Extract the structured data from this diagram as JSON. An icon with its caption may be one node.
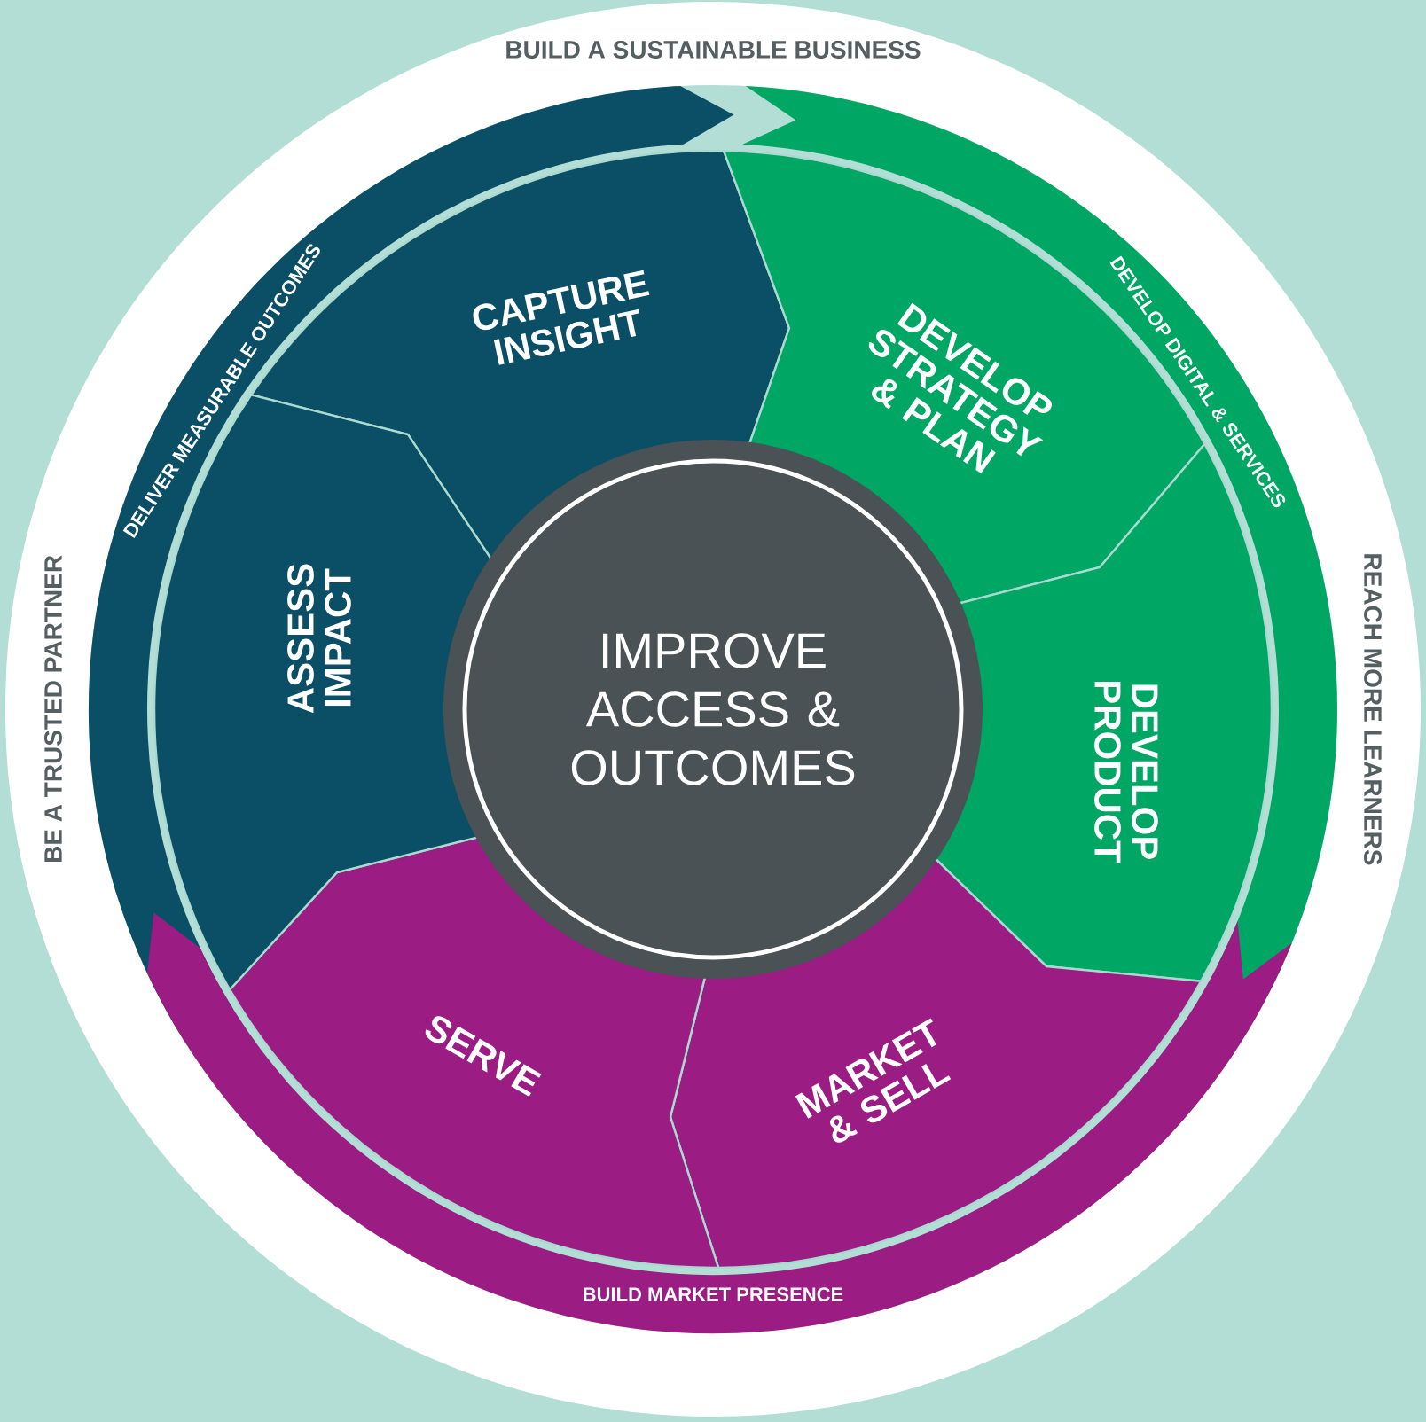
{
  "diagram": {
    "nodes": [
      {
        "text": [
          "IMPROVE ACCESS & OUTCOMES"
        ]
      },
      {
        "text": [
          "CAPTURE INSIGHT"
        ]
      },
      {
        "text": [
          "DEVELOP STRATEGY & PLAN"
        ]
      },
      {
        "text": [
          "DEVELOP PRODUCT"
        ]
      },
      {
        "text": [
          "MARKET & SELL"
        ]
      },
      {
        "text": [
          "SERVE"
        ]
      },
      {
        "text": [
          "ASSESS IMPACT"
        ]
      },
      {
        "text": [
          "DELIVER MEASURABLE OUTCOMES"
        ]
      },
      {
        "text": [
          "DEVELOP DIGITAL & SERVICES"
        ]
      },
      {
        "text": [
          "BUILD MARKET PRESENCE"
        ]
      }
    ],
    "labels": [
      "BUILD A SUSTAINABLE BUSINESS",
      "BE A TRUSTED PARTNER",
      "REACH MORE LEARNERS"
    ]
  }
}
